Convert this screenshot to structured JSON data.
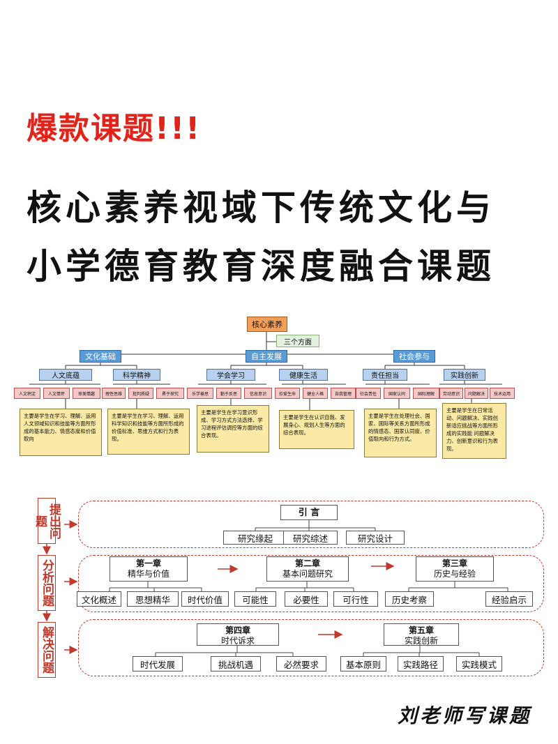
{
  "header": {
    "hot": "爆款课题!!!",
    "title_line1": "核心素养视域下传统文化与",
    "title_line2": "小学德育教育深度融合课题"
  },
  "diagram1": {
    "root": "核心素养",
    "connector": "三个方面",
    "level2": [
      "文化基础",
      "自主发展",
      "社会参与"
    ],
    "level3": [
      "人文底蕴",
      "科学精神",
      "学会学习",
      "健康生活",
      "责任担当",
      "实践创新"
    ],
    "level4": [
      "人文积淀",
      "人文情怀",
      "审美情趣",
      "理性思维",
      "批判质疑",
      "勇于探究",
      "乐学善思",
      "勤于反思",
      "信息意识",
      "珍爱生命",
      "健全人格",
      "自我管理",
      "社会责任",
      "国家认同",
      "国际理解",
      "劳动意识",
      "问题解决",
      "技术运用"
    ],
    "notes": [
      "主要是学生在学习、理解、运用人文领域知识和技能等方面所形成的基本能力、情感态度和价值取向",
      "主要是学生在学习、理解、运用科学知识和技能等方面所形成的价值标准、思维方式和行为表现。",
      "主要是学生在学习意识形成、学习方式方法选择、学习进程评估调控等方面的综合表现。",
      "主要是学生在认识自我、发展身心、规划人生等方面的综合表现。",
      "主要是学生在处理社会、国家、国际等关系方面所形成的情感态、国家认同度、价值取向和行为方式。",
      "主要是学生在日常活动、问题解决、实践创新适应挑战等方面所形成的实践能 问题解决力、创新意识和行为表现。"
    ]
  },
  "diagram2": {
    "stages": [
      "提出问题",
      "分析问题",
      "解决问题"
    ],
    "intro": {
      "title": "引 言",
      "items": [
        "研究缘起",
        "研究综述",
        "研究设计"
      ]
    },
    "chapters": [
      {
        "num": "第一章",
        "name": "精华与价值",
        "items": [
          "文化概述",
          "思想精华",
          "时代价值"
        ]
      },
      {
        "num": "第二章",
        "name": "基本问题研究",
        "items": [
          "可能性",
          "必要性",
          "可行性"
        ]
      },
      {
        "num": "第三章",
        "name": "历史与经验",
        "items": [
          "历史考察",
          "经验启示"
        ]
      },
      {
        "num": "第四章",
        "name": "时代诉求",
        "items": [
          "时代发展",
          "挑战机遇",
          "必然要求"
        ]
      },
      {
        "num": "第五章",
        "name": "实践创新",
        "items": [
          "基本原则",
          "实践路径",
          "实践模式"
        ]
      }
    ]
  },
  "footer": {
    "author": "刘老师写课题"
  },
  "colors": {
    "accent_red": "#e2231a",
    "diagram_red": "#c0392b",
    "blue": "#5b9bd5",
    "orange": "#f0a05a",
    "yellow": "#fbe9a6"
  }
}
